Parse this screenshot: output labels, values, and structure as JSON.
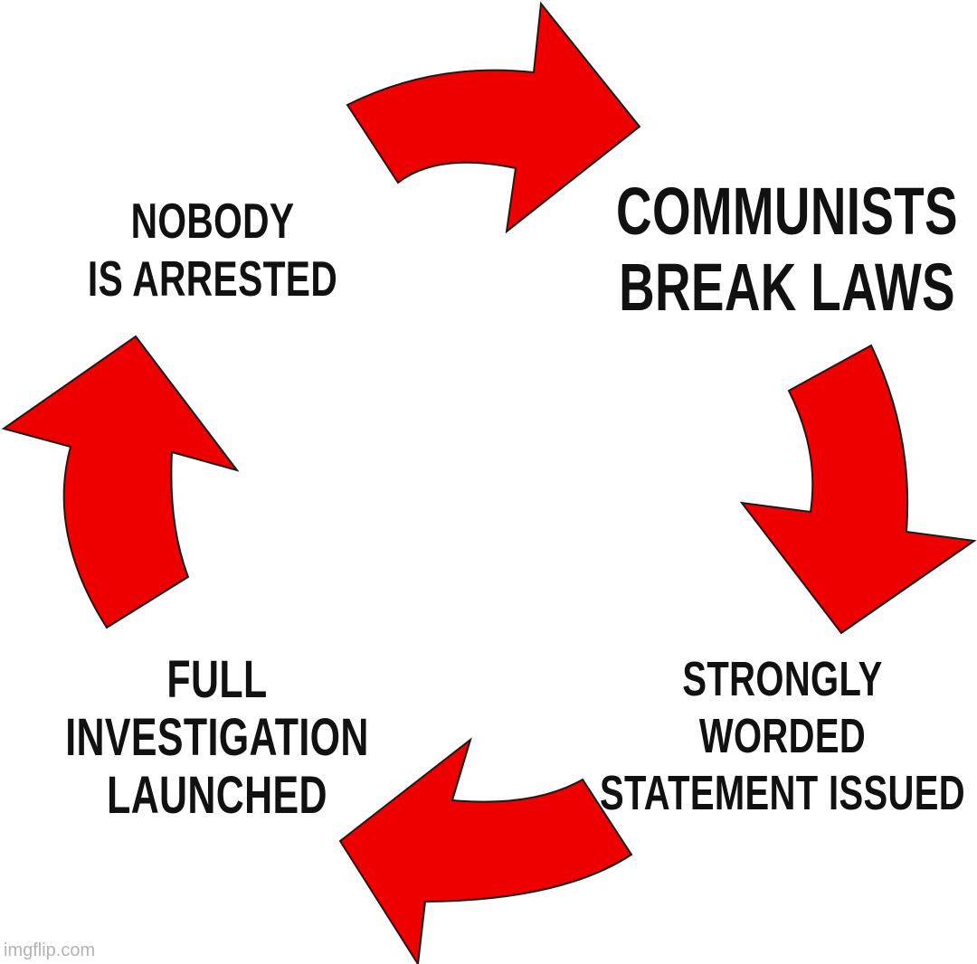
{
  "colors": {
    "arrow_fill": "#ee0000",
    "arrow_outline": "#1a1a1a",
    "text": "#111111",
    "background": "#ffffff"
  },
  "cycle_steps": {
    "communists_break_laws": [
      "COMMUNISTS",
      "BREAK LAWS"
    ],
    "strongly_worded_statement": [
      "STRONGLY",
      "WORDED",
      "STATEMENT ISSUED"
    ],
    "full_investigation": [
      "FULL",
      "INVESTIGATION",
      "LAUNCHED"
    ],
    "nobody_arrested": [
      "NOBODY",
      "IS ARRESTED"
    ]
  },
  "watermark": "imgflip.com"
}
